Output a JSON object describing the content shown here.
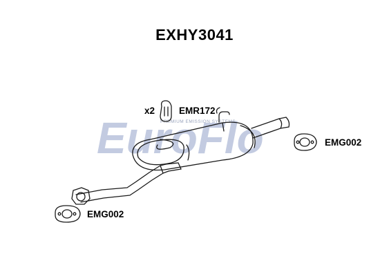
{
  "title": "EXHY3041",
  "watermark": {
    "brand": "EuroFlo",
    "tagline": "PREMIUM EMISSION SYSTEMS"
  },
  "labels": {
    "rubber_qty": "x2",
    "rubber_part": "EMR172",
    "gasket_front": "EMG002",
    "gasket_rear": "EMG002"
  },
  "colors": {
    "line": "#1a1a1a",
    "watermark_blue": "#b9c3dc",
    "watermark_red": "#ebb9b9",
    "background": "#ffffff"
  }
}
